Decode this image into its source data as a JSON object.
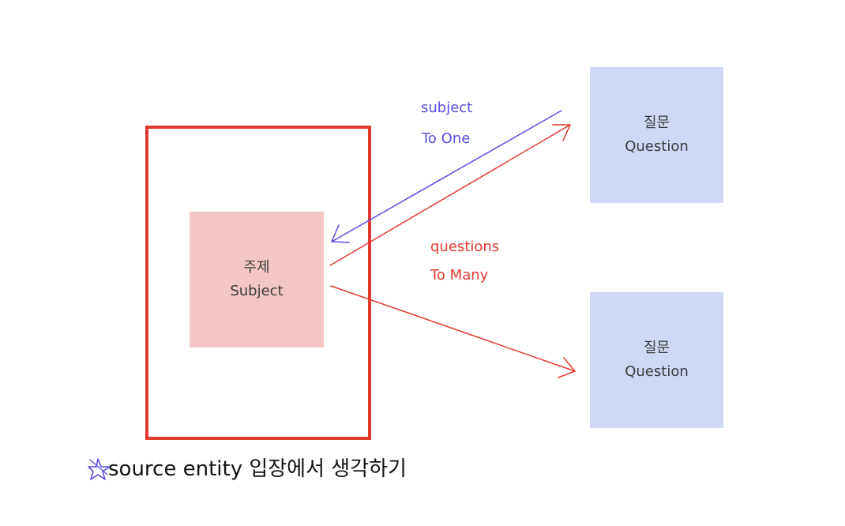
{
  "diagram": {
    "subject_entity": {
      "korean": "주제",
      "english": "Subject"
    },
    "question_entities": [
      {
        "korean": "질문",
        "english": "Question"
      },
      {
        "korean": "질문",
        "english": "Question"
      }
    ],
    "relations": {
      "to_one": {
        "field": "subject",
        "type": "To One"
      },
      "to_many": {
        "field": "questions",
        "type": "To Many"
      }
    },
    "note": {
      "icon": "star-icon",
      "text": "source entity 입장에서 생각하기"
    }
  },
  "colors": {
    "red": "#e23a2f",
    "blue": "#5a4fe0",
    "subject_fill": "#f4c6c5",
    "question_fill": "#d0d8f8"
  }
}
